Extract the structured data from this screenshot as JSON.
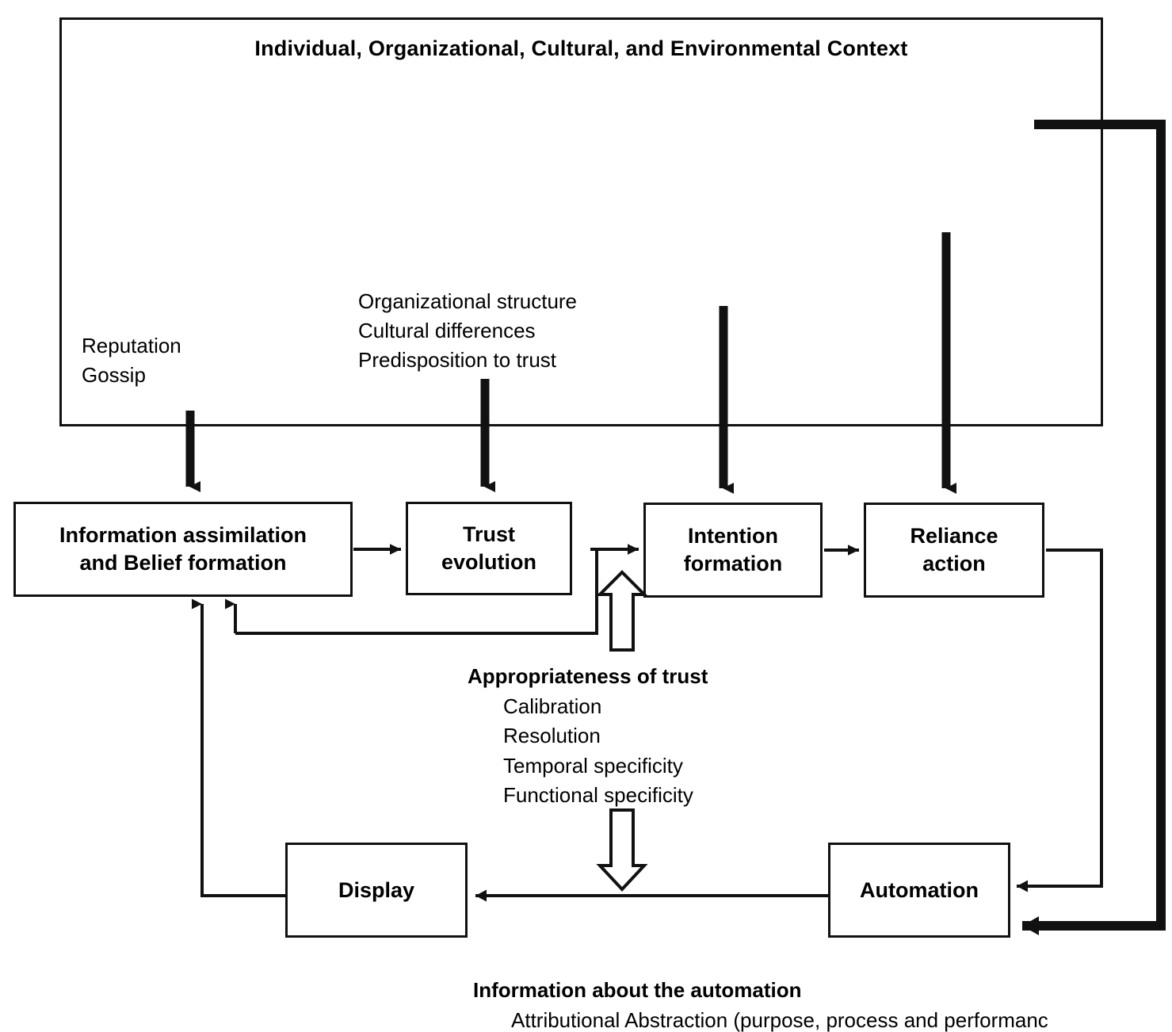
{
  "diagram": {
    "title": "Individual, Organizational, Cultural, and Environmental Context",
    "context_frame_label": "Individual, Organizational, Cultural, and Environmental Context",
    "boxes": [
      {
        "id": "information-assimilation",
        "label": "Information assimilation\nand Belief formation"
      },
      {
        "id": "trust-evolution",
        "label": "Trust\nevolution"
      },
      {
        "id": "intention-formation",
        "label": "Intention\nformation"
      },
      {
        "id": "reliance-action",
        "label": "Reliance\naction"
      },
      {
        "id": "display",
        "label": "Display"
      },
      {
        "id": "automation",
        "label": "Automation"
      }
    ],
    "annotations": {
      "reputation_gossip": "Reputation\nGossip",
      "organizational_factors": "Organizational structure\nCultural differences\nPredisposition to trust",
      "appropriateness_heading": "Appropriateness of trust",
      "appropriateness_items": "Calibration\nResolution\nTemporal specificity\nFunctional specificity",
      "information_heading": "Information about the automation",
      "information_subtext": "Attributional Abstraction (purpose, process and performanc"
    },
    "colors": {
      "ink": "#111111",
      "background": "#ffffff"
    }
  }
}
